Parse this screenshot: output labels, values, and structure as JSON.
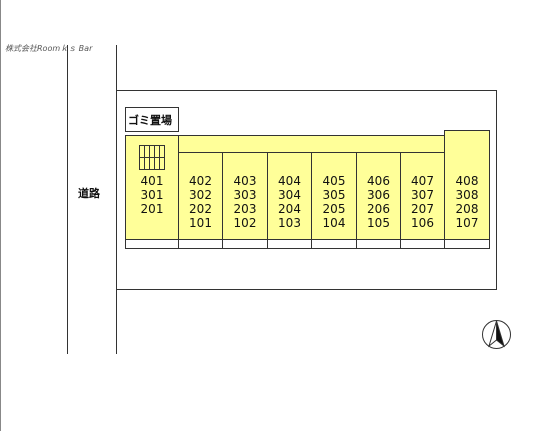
{
  "watermark": "株式会社Roomｋｓ Bar",
  "road_label": "道路",
  "garbage_label": "ゴミ置場",
  "units": [
    {
      "col": 1,
      "rows": [
        "401",
        "301",
        "201"
      ]
    },
    {
      "col": 2,
      "rows": [
        "402",
        "302",
        "202",
        "101"
      ]
    },
    {
      "col": 3,
      "rows": [
        "403",
        "303",
        "203",
        "102"
      ]
    },
    {
      "col": 4,
      "rows": [
        "404",
        "304",
        "204",
        "103"
      ]
    },
    {
      "col": 5,
      "rows": [
        "405",
        "305",
        "205",
        "104"
      ]
    },
    {
      "col": 6,
      "rows": [
        "406",
        "306",
        "206",
        "105"
      ]
    },
    {
      "col": 7,
      "rows": [
        "407",
        "307",
        "207",
        "106"
      ]
    },
    {
      "col": 8,
      "rows": [
        "408",
        "308",
        "208",
        "107"
      ]
    }
  ],
  "colors": {
    "building_fill": "#ffff99",
    "line": "#333333",
    "background": "#ffffff"
  },
  "compass": {
    "icon": "north-arrow-icon"
  }
}
